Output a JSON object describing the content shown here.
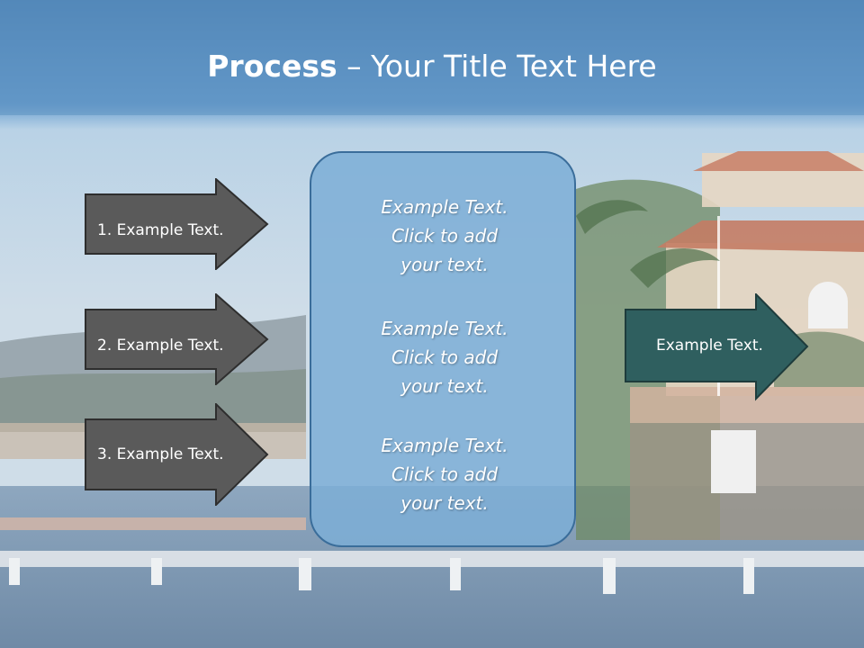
{
  "title": {
    "bold": "Process",
    "rest": " – Your Title Text Here"
  },
  "left_arrows": [
    {
      "label": "1. Example Text."
    },
    {
      "label": "2. Example Text."
    },
    {
      "label": "3. Example Text."
    }
  ],
  "center_box": {
    "paragraphs": [
      {
        "lines": [
          "Example Text.",
          "Click  to add",
          "your text."
        ]
      },
      {
        "lines": [
          "Example Text.",
          "Click  to add",
          "your text."
        ]
      },
      {
        "lines": [
          "Example Text.",
          "Click  to add",
          "your text."
        ]
      }
    ]
  },
  "right_arrow": {
    "label": "Example Text."
  },
  "colors": {
    "title_band": "#5b8fc0",
    "left_arrow_fill": "#5a5a5a",
    "right_arrow_fill": "#2f5f5f",
    "center_box_fill": "#7daed6",
    "center_box_border": "#3a6d9a"
  }
}
